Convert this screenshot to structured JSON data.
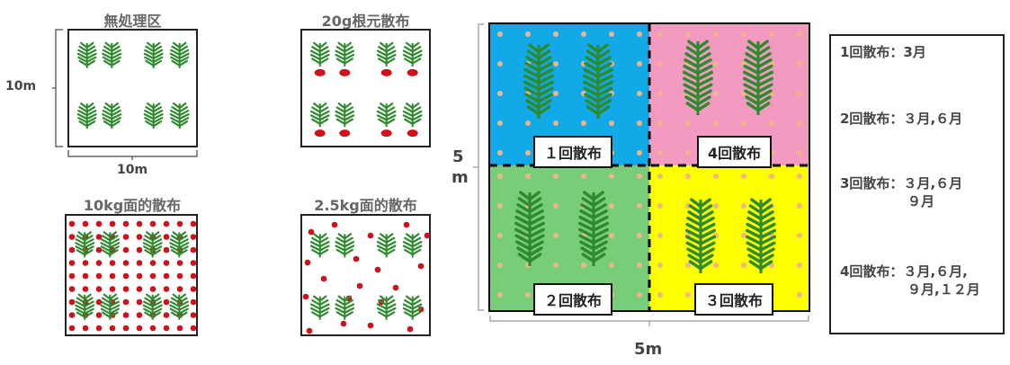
{
  "left_panel": {
    "plots": [
      {
        "title": "無処理区",
        "dots": "none"
      },
      {
        "title": "20g根元散布",
        "dots": "root"
      },
      {
        "title": "10kg面的散布",
        "dots": "dense"
      },
      {
        "title": "2.5kg面的散布",
        "dots": "sparse"
      }
    ],
    "dim_vertical": "10m",
    "dim_horizontal": "10m"
  },
  "center_panel": {
    "quadrants": [
      {
        "label": "１回散布",
        "color": "#12a9e8"
      },
      {
        "label": "4回散布",
        "color": "#f39ac0"
      },
      {
        "label": "２回散布",
        "color": "#78cd79"
      },
      {
        "label": "３回散布",
        "color": "#ffff00"
      }
    ],
    "dim_vertical_line1": "5",
    "dim_vertical_line2": "m",
    "dim_horizontal": "5m"
  },
  "legend": {
    "items": [
      "1回散布：3月",
      "2回散布：３月,６月",
      "3回散布：３月,６月\n　　　　　９月",
      "4回散布：３月,６月,\n　　　　　９月,１２月"
    ]
  },
  "colors": {
    "plant": "#2e8a2e",
    "fertilizer_dot": "#d0101a",
    "soil_dot": "#f0b58a"
  }
}
